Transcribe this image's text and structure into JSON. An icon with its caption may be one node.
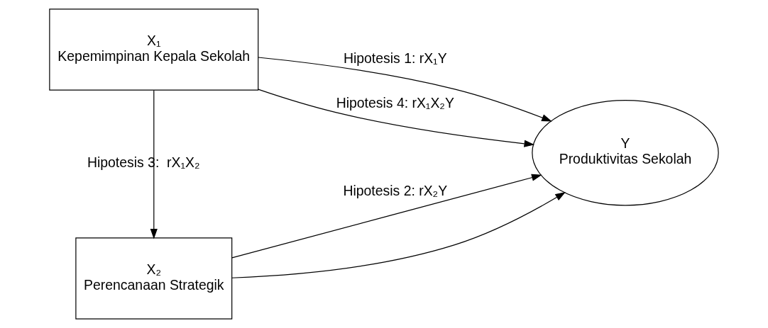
{
  "diagram": {
    "nodes": [
      {
        "text": [
          "X₁",
          "Kepemimpinan Kepala Sekolah"
        ]
      },
      {
        "text": [
          "X₂",
          "Perencanaan Strategik"
        ]
      },
      {
        "text": [
          "Y",
          "Produktivitas Sekolah"
        ]
      }
    ],
    "edges": [
      {
        "from": 0,
        "to": 2,
        "arrow": "to",
        "label": "Hipotesis 1: rX₁Y"
      },
      {
        "from": 1,
        "to": 2,
        "arrow": "to",
        "label": "Hipotesis 2: rX₂Y"
      },
      {
        "from": 0,
        "to": 1,
        "arrow": "to",
        "label": "Hipotesis 3:  rX₁X₂"
      },
      {
        "from": 0,
        "to": 2,
        "arrow": "to",
        "label": "Hipotesis 4: rX₁X₂Y"
      },
      {
        "from": 1,
        "to": 2,
        "arrow": "to"
      }
    ]
  }
}
